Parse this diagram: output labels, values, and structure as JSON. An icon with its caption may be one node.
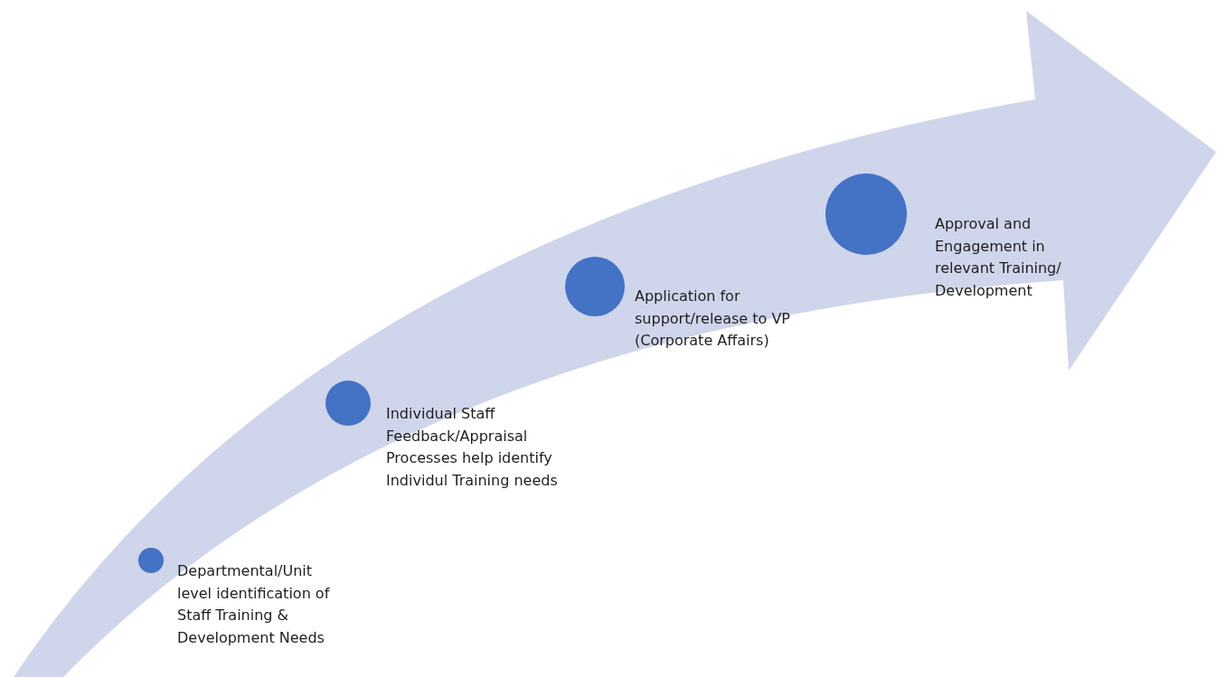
{
  "diagram": {
    "nodes": [
      {
        "text": [],
        "shape": "circle",
        "beside": [
          "Departmental/Unit level identification of Staff Training & Development Needs"
        ]
      },
      {
        "text": [],
        "shape": "circle",
        "beside": [
          "Individual Staff Feedback/Appraisal Processes help identify Individul Training needs"
        ]
      },
      {
        "text": [],
        "shape": "circle",
        "beside": [
          "Application for support/release to  VP (Corporate Affairs)"
        ]
      },
      {
        "text": [],
        "shape": "circle",
        "beside": [
          "Approval and Engagement in relevant Training/ Development"
        ]
      }
    ]
  }
}
